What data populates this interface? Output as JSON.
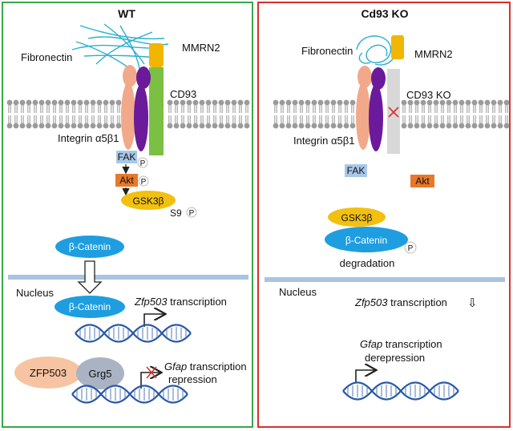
{
  "wt": {
    "title": "WT",
    "fibronectin": "Fibronectin",
    "mmrn2": "MMRN2",
    "cd93": "CD93",
    "integrin": "Integrin α5β1",
    "fak": "FAK",
    "akt": "Akt",
    "gsk3b": "GSK3β",
    "s9": "S9",
    "p": "P",
    "beta_catenin": "β-Catenin",
    "nucleus": "Nucleus",
    "zfp503_gene": "Zfp503",
    "transcription": " transcription",
    "zfp503_protein": "ZFP503",
    "grg5": "Grg5",
    "gfap_gene": "Gfap",
    "gfap_transcription": " transcription",
    "repression": "repression"
  },
  "ko": {
    "title": "Cd93 KO",
    "fibronectin": "Fibronectin",
    "mmrn2": "MMRN2",
    "cd93ko": "CD93 KO",
    "integrin": "Integrin α5β1",
    "fak": "FAK",
    "akt": "Akt",
    "gsk3b": "GSK3β",
    "beta_catenin": "β-Catenin",
    "p": "P",
    "degradation": "degradation",
    "nucleus": "Nucleus",
    "zfp503_gene": "Zfp503",
    "transcription": " transcription",
    "gfap_gene": "Gfap",
    "gfap_transcription": " transcription",
    "derepression": "derepression",
    "down_arrow": "⇩"
  },
  "colors": {
    "wt_border": "#3aa64b",
    "ko_border": "#d9302c",
    "membrane": "#9a9a9a",
    "fak": "#a8c8e8",
    "akt": "#e8782a",
    "gsk3b": "#f2c010",
    "beta_catenin": "#1e9ee0",
    "cd93": "#7bc043",
    "mmrn2": "#f2b500",
    "integrin_a": "#f2a98a",
    "integrin_b": "#6a1a9a",
    "zfp503": "#f7c4a3",
    "grg5": "#a9b3c4",
    "fibronectin": "#2ab0cc",
    "dna": "#2a5aa8",
    "nuclear_membrane": "#a8c4e0"
  }
}
